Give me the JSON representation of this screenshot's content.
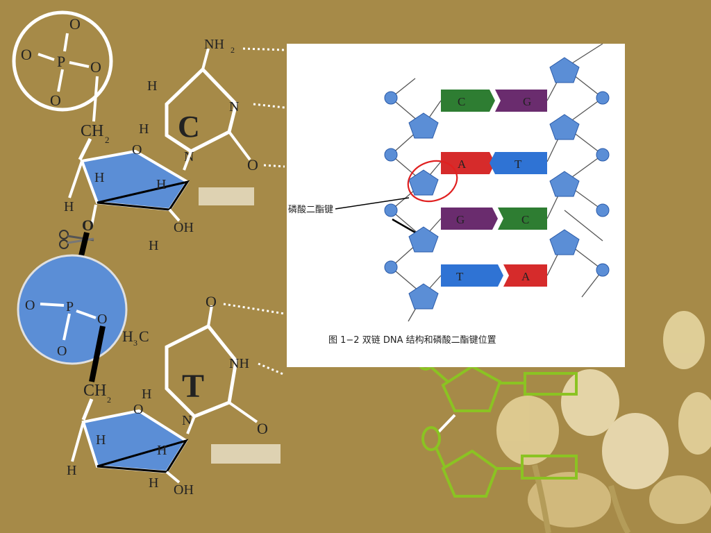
{
  "left_structure": {
    "phosphate_top": {
      "p": "P",
      "o_top": "O",
      "o_left": "O",
      "o_right": "O",
      "o_bottom": "O"
    },
    "ch2_top": "CH",
    "ch2_top_sub": "2",
    "ring_o_top": "O",
    "base_c": {
      "letter": "C",
      "nh2": "NH",
      "nh2_sub": "2",
      "n1": "N",
      "n2": "N",
      "o": "O",
      "h1": "H",
      "h2": "H"
    },
    "sugar_top": {
      "h_left": "H",
      "h_right": "H",
      "oh": "OH",
      "h_bottom": "H"
    },
    "bridge_o": "O",
    "phosphate_bottom": {
      "p": "P",
      "o_left": "O",
      "o_right": "O",
      "o_bottom": "O"
    },
    "h3c": "H",
    "h3c_sub": "3",
    "h3c_c": "C",
    "ch2_bottom": "CH",
    "ch2_bottom_sub": "2",
    "base_t": {
      "letter": "T",
      "o_top": "O",
      "nh": "NH",
      "n": "N",
      "o": "O",
      "h": "H"
    },
    "sugar_bottom": {
      "h_left": "H",
      "h_right": "H",
      "oh": "OH",
      "h_bottom": "H"
    }
  },
  "dna_panel": {
    "pairs": [
      {
        "left": "C",
        "right": "G"
      },
      {
        "left": "A",
        "right": "T"
      },
      {
        "left": "G",
        "right": "C"
      },
      {
        "left": "T",
        "right": "A"
      }
    ],
    "bond_label": "磷酸二酯键",
    "caption": "图 1−2   双链 DNA 结构和磷酸二酯键位置"
  },
  "colors": {
    "background": "#a68a48",
    "sugar_blue": "#5b8ed6",
    "base_red": "#d62b2b",
    "base_green": "#2e7d32",
    "base_purple": "#6a2c6e",
    "base_blue": "#2f73d4",
    "outline_green": "#8bc322"
  }
}
